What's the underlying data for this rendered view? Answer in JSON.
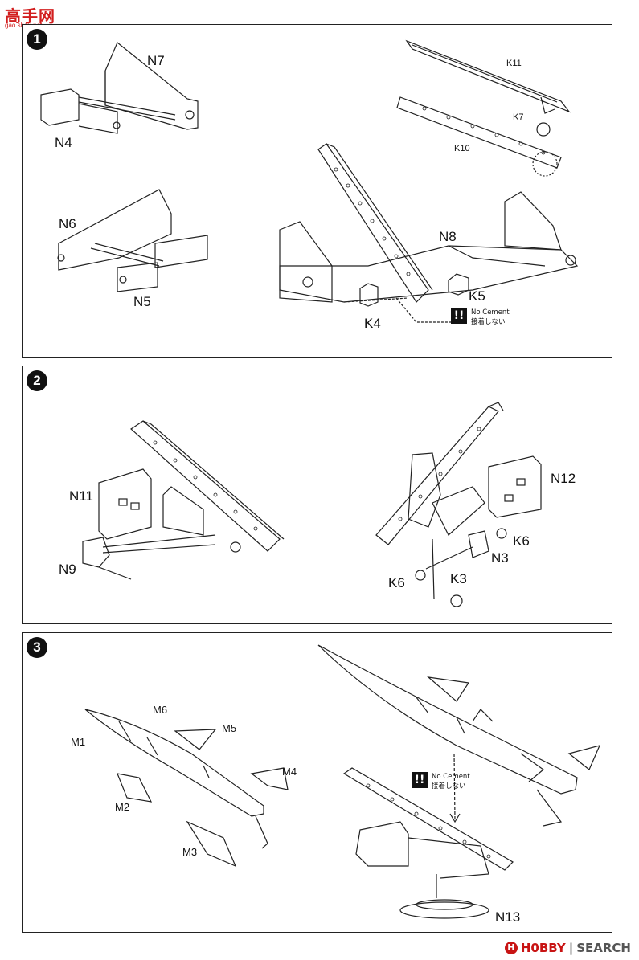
{
  "watermark": {
    "main": "高手网",
    "sub": "gao.shou.net"
  },
  "steps": [
    {
      "number": "1",
      "labels": {
        "N7": "N7",
        "N4": "N4",
        "N6": "N6",
        "N5": "N5",
        "N8": "N8",
        "K11": "K11",
        "K7": "K7",
        "K10": "K10",
        "K5": "K5",
        "K4": "K4"
      },
      "warning": {
        "icon": "!!",
        "line1": "No Cement",
        "line2": "接着しない"
      }
    },
    {
      "number": "2",
      "labels": {
        "N11": "N11",
        "N9": "N9",
        "N12": "N12",
        "K6a": "K6",
        "N3": "N3",
        "K6b": "K6",
        "K3": "K3"
      }
    },
    {
      "number": "3",
      "labels": {
        "M1": "M1",
        "M6": "M6",
        "M5": "M5",
        "M2": "M2",
        "M4": "M4",
        "M3": "M3",
        "N13": "N13"
      },
      "warning": {
        "icon": "!!",
        "line1": "No Cement",
        "line2": "接着しない"
      }
    }
  ],
  "footer": {
    "logo": "H",
    "brand": "H0BBY",
    "separator": "|",
    "search": "SEARCH"
  }
}
